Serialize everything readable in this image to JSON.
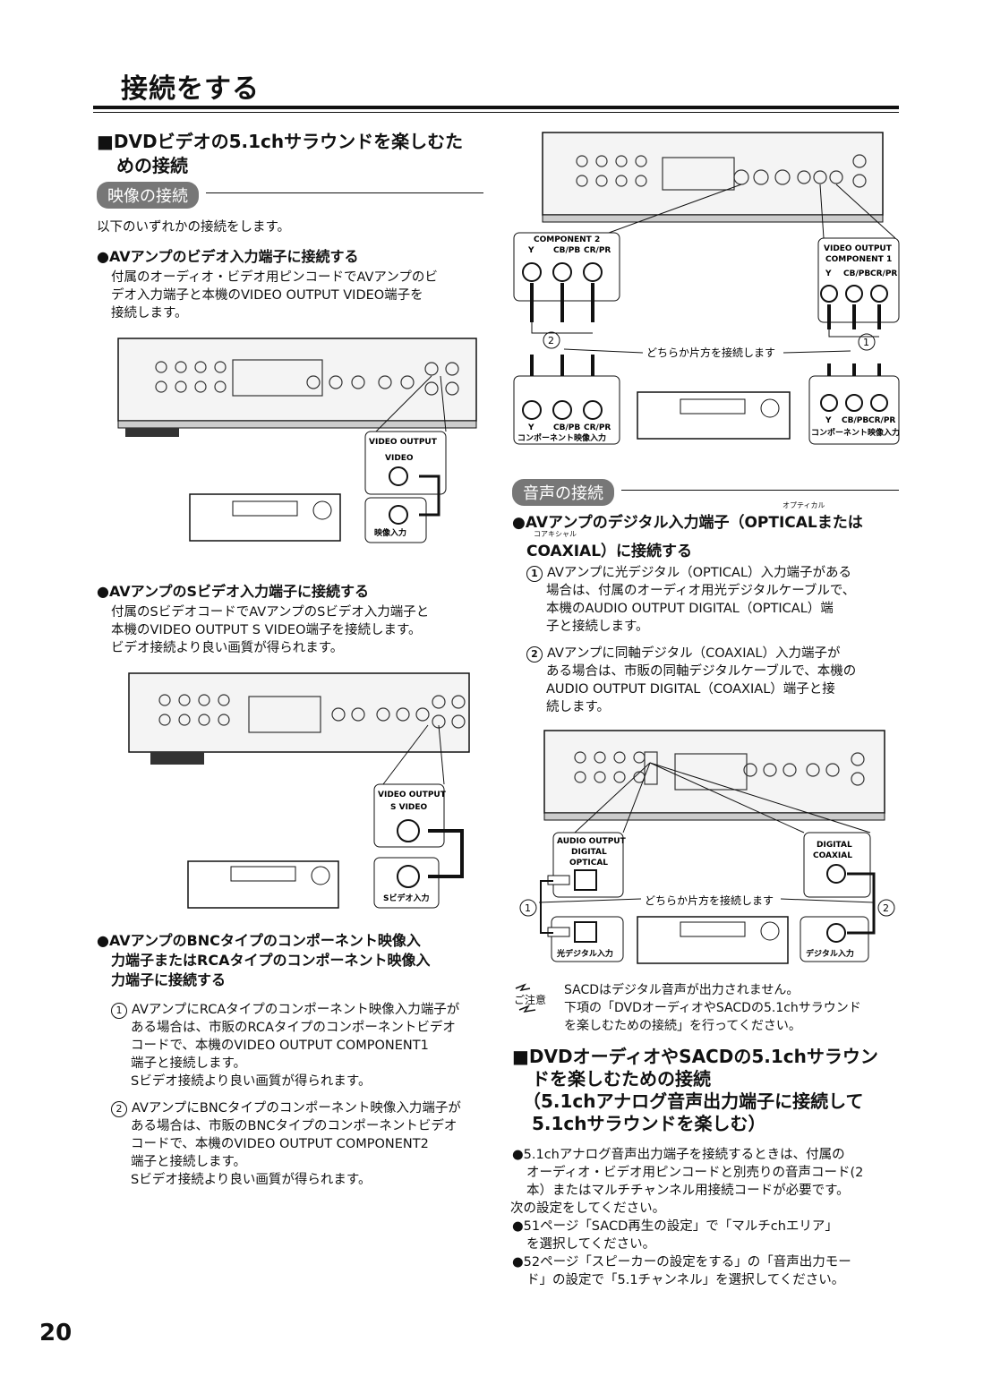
{
  "page_title": "接続をする",
  "page_number": "20",
  "left": {
    "section_heading_1": "■DVDビデオの5.1chサラウンドを楽しむた",
    "section_heading_2": "めの接続",
    "video_pill": "映像の接続",
    "intro": "以下のいずれかの接続をします。",
    "b1_head": "●AVアンプのビデオ入力端子に接続する",
    "b1_l1": "付属のオーディオ・ビデオ用ピンコードでAVアンプのビ",
    "b1_l2": "デオ入力端子と本機のVIDEO OUTPUT VIDEO端子を",
    "b1_l3": "接続します。",
    "b2_head": "●AVアンプのSビデオ入力端子に接続する",
    "b2_l1": "付属のSビデオコードでAVアンプのSビデオ入力端子と",
    "b2_l2": "本機のVIDEO OUTPUT S VIDEO端子を接続します。",
    "b2_l3": "ビデオ接続より良い画質が得られます。",
    "b3_head_1": "●AVアンプのBNCタイプのコンポーネント映像入",
    "b3_head_2": "力端子またはRCAタイプのコンポーネント映像入",
    "b3_head_3": "力端子に接続する",
    "b3_1_l1": "AVアンプにRCAタイプのコンポーネント映像入力端子が",
    "b3_1_l2": "ある場合は、市販のRCAタイプのコンポーネントビデオ",
    "b3_1_l3": "コードで、本機のVIDEO OUTPUT COMPONENT1",
    "b3_1_l4": "端子と接続します。",
    "b3_1_l5": "Sビデオ接続より良い画質が得られます。",
    "b3_2_l1": "AVアンプにBNCタイプのコンポーネント映像入力端子が",
    "b3_2_l2": "ある場合は、市販のBNCタイプのコンポーネントビデオ",
    "b3_2_l3": "コードで、本機のVIDEO OUTPUT COMPONENT2",
    "b3_2_l4": "端子と接続します。",
    "b3_2_l5": "Sビデオ接続より良い画質が得られます。",
    "n1": "1",
    "n2": "2"
  },
  "diagram1": {
    "label_vo": "VIDEO OUTPUT",
    "label_video": "VIDEO",
    "label_in": "映像入力"
  },
  "diagram2": {
    "label_vo": "VIDEO OUTPUT",
    "label_sv": "S VIDEO",
    "label_in": "Sビデオ入力"
  },
  "diagram3": {
    "comp2": "COMPONENT 2",
    "y": "Y",
    "cb": "CB/PB",
    "cr": "CR/PR",
    "vo": "VIDEO OUTPUT",
    "comp1": "COMPONENT 1",
    "either": "どちらか片方を接続します",
    "in_l": "コンポーネント映像入力",
    "in_r": "コンポーネント映像入力",
    "n1": "1",
    "n2": "2"
  },
  "right": {
    "audio_pill": "音声の接続",
    "ruby_optical": "オプティカル",
    "ruby_coaxial": "コアキシャル",
    "a_head_1": "●AVアンプのデジタル入力端子（OPTICALまたは",
    "a_head_2": "COAXIAL）に接続する",
    "a1_l1": "AVアンプに光デジタル（OPTICAL）入力端子がある",
    "a1_l2": "場合は、付属のオーディオ用光デジタルケーブルで、",
    "a1_l3": "本機のAUDIO OUTPUT DIGITAL（OPTICAL）端",
    "a1_l4": "子と接続します。",
    "a2_l1": "AVアンプに同軸デジタル（COAXIAL）入力端子が",
    "a2_l2": "ある場合は、市販の同軸デジタルケーブルで、本機の",
    "a2_l3": "AUDIO OUTPUT DIGITAL（COAXIAL）端子と接",
    "a2_l4": "続します。",
    "note_label": "ご注意",
    "note_l1": "SACDはデジタル音声が出力されません。",
    "note_l2": "下項の「DVDオーディオやSACDの5.1chサラウンド",
    "note_l3": "を楽しむための接続」を行ってください。",
    "s2_h1": "■DVDオーディオやSACDの5.1chサラウン",
    "s2_h2": "ドを楽しむための接続",
    "s2_h3": "（5.1chアナログ音声出力端子に接続して",
    "s2_h4": "5.1chサラウンドを楽しむ）",
    "p1_l1": "●5.1chアナログ音声出力端子を接続するときは、付属の",
    "p1_l2": "オーディオ・ビデオ用ピンコードと別売りの音声コード(2",
    "p1_l3": "本）またはマルチチャンネル用接続コードが必要です。",
    "p2": "次の設定をしてください。",
    "p3_l1": "●51ページ「SACD再生の設定」で「マルチchエリア」",
    "p3_l2": "を選択してください。",
    "p4_l1": "●52ページ「スピーカーの設定をする」の「音声出力モー",
    "p4_l2": "ド」の設定で「5.1チャンネル」を選択してください。",
    "n1": "1",
    "n2": "2"
  },
  "diagram4": {
    "ao": "AUDIO OUTPUT",
    "digital": "DIGITAL",
    "optical": "OPTICAL",
    "digital2": "DIGITAL",
    "coaxial": "COAXIAL",
    "either": "どちらか片方を接続します",
    "in_opt": "光デジタル入力",
    "in_dig": "デジタル入力",
    "n1": "1",
    "n2": "2"
  }
}
